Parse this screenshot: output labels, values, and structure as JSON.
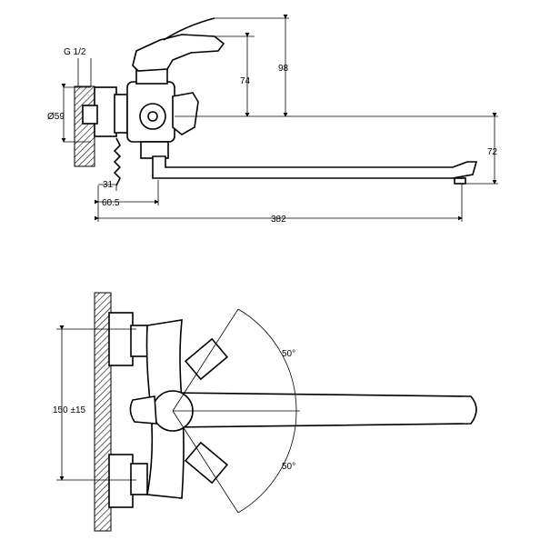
{
  "labels": {
    "thread": "G 1/2",
    "diameter": "Ø59",
    "dim_31": "31",
    "dim_60_5": "60.5",
    "dim_382": "382",
    "dim_74": "74",
    "dim_98": "98",
    "dim_72": "72",
    "dim_150": "150 ±15",
    "angle_top": "50°",
    "angle_bottom": "50°"
  }
}
